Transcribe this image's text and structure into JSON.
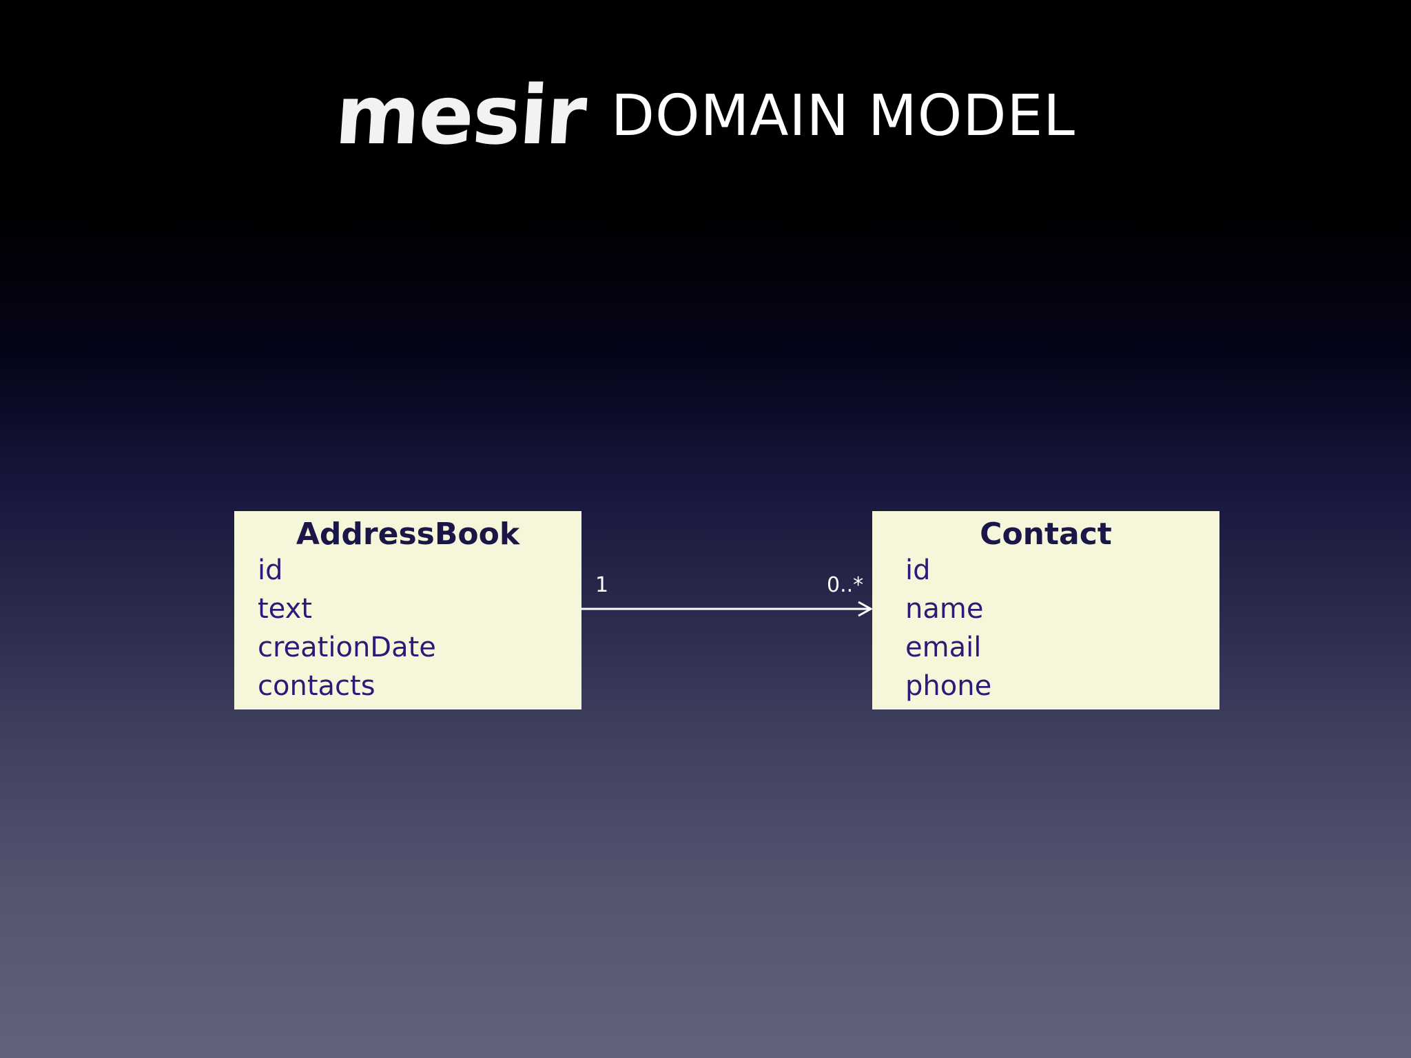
{
  "title": {
    "logo_text": "mesir",
    "text": "DOMAIN MODEL"
  },
  "diagram": {
    "classes": [
      {
        "name": "AddressBook",
        "attributes": [
          "id",
          "text",
          "creationDate",
          "contacts"
        ]
      },
      {
        "name": "Contact",
        "attributes": [
          "id",
          "name",
          "email",
          "phone"
        ]
      }
    ],
    "association": {
      "source_multiplicity": "1",
      "target_multiplicity": "0..*"
    },
    "colors": {
      "box_fill": "#f5f6da",
      "class_name": "#1a1648",
      "attribute_text": "#2a1a7a",
      "connector": "#ffffff"
    }
  }
}
